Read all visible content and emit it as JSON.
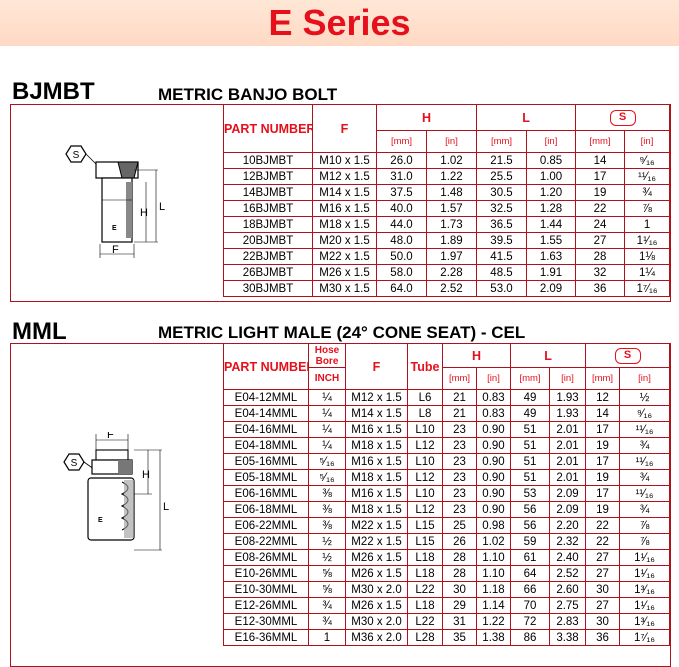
{
  "banner": {
    "title": "E Series"
  },
  "bjmbt": {
    "code": "BJMBT",
    "description": "METRIC BANJO BOLT",
    "drawing": {
      "hex_label": "S",
      "h_label": "H",
      "l_label": "L",
      "f_label": "F",
      "stamp": "E"
    },
    "headers": {
      "part_number": "PART NUMBER",
      "thread": "F",
      "h": "H",
      "l": "L",
      "hex": "S",
      "mm": "[mm]",
      "in": "[in]"
    },
    "rows": [
      [
        "10BJMBT",
        "M10 x 1.5",
        "26.0",
        "1.02",
        "21.5",
        "0.85",
        "14",
        "⁹⁄₁₆"
      ],
      [
        "12BJMBT",
        "M12 x 1.5",
        "31.0",
        "1.22",
        "25.5",
        "1.00",
        "17",
        "¹¹⁄₁₆"
      ],
      [
        "14BJMBT",
        "M14 x 1.5",
        "37.5",
        "1.48",
        "30.5",
        "1.20",
        "19",
        "¾"
      ],
      [
        "16BJMBT",
        "M16 x 1.5",
        "40.0",
        "1.57",
        "32.5",
        "1.28",
        "22",
        "⅞"
      ],
      [
        "18BJMBT",
        "M18 x 1.5",
        "44.0",
        "1.73",
        "36.5",
        "1.44",
        "24",
        "1"
      ],
      [
        "20BJMBT",
        "M20 x 1.5",
        "48.0",
        "1.89",
        "39.5",
        "1.55",
        "27",
        "1¹⁄₁₆"
      ],
      [
        "22BJMBT",
        "M22 x 1.5",
        "50.0",
        "1.97",
        "41.5",
        "1.63",
        "28",
        "1⅛"
      ],
      [
        "26BJMBT",
        "M26 x 1.5",
        "58.0",
        "2.28",
        "48.5",
        "1.91",
        "32",
        "1¼"
      ],
      [
        "30BJMBT",
        "M30 x 1.5",
        "64.0",
        "2.52",
        "53.0",
        "2.09",
        "36",
        "1⁷⁄₁₆"
      ]
    ]
  },
  "mml": {
    "code": "MML",
    "description": "METRIC LIGHT MALE (24° CONE SEAT) - CEL",
    "drawing": {
      "hex_label": "S",
      "h_label": "H",
      "l_label": "L",
      "f_label": "F",
      "stamp": "E"
    },
    "headers": {
      "part_number": "PART NUMBER",
      "hose_bore": "Hose Bore",
      "inch": "INCH",
      "thread": "F",
      "tube": "Tube",
      "h": "H",
      "l": "L",
      "hex": "S",
      "mm": "[mm]",
      "in": "[in]"
    },
    "rows": [
      [
        "E04-12MML",
        "¼",
        "M12 x 1.5",
        "L6",
        "21",
        "0.83",
        "49",
        "1.93",
        "12",
        "½"
      ],
      [
        "E04-14MML",
        "¼",
        "M14 x 1.5",
        "L8",
        "21",
        "0.83",
        "49",
        "1.93",
        "14",
        "⁹⁄₁₆"
      ],
      [
        "E04-16MML",
        "¼",
        "M16 x 1.5",
        "L10",
        "23",
        "0.90",
        "51",
        "2.01",
        "17",
        "¹¹⁄₁₆"
      ],
      [
        "E04-18MML",
        "¼",
        "M18 x 1.5",
        "L12",
        "23",
        "0.90",
        "51",
        "2.01",
        "19",
        "¾"
      ],
      [
        "E05-16MML",
        "⁵⁄₁₆",
        "M16 x 1.5",
        "L10",
        "23",
        "0.90",
        "51",
        "2.01",
        "17",
        "¹¹⁄₁₆"
      ],
      [
        "E05-18MML",
        "⁵⁄₁₆",
        "M18 x 1.5",
        "L12",
        "23",
        "0.90",
        "51",
        "2.01",
        "19",
        "¾"
      ],
      [
        "E06-16MML",
        "⅜",
        "M16 x 1.5",
        "L10",
        "23",
        "0.90",
        "53",
        "2.09",
        "17",
        "¹¹⁄₁₆"
      ],
      [
        "E06-18MML",
        "⅜",
        "M18 x 1.5",
        "L12",
        "23",
        "0.90",
        "56",
        "2.09",
        "19",
        "¾"
      ],
      [
        "E06-22MML",
        "⅜",
        "M22 x 1.5",
        "L15",
        "25",
        "0.98",
        "56",
        "2.20",
        "22",
        "⅞"
      ],
      [
        "E08-22MML",
        "½",
        "M22 x 1.5",
        "L15",
        "26",
        "1.02",
        "59",
        "2.32",
        "22",
        "⅞"
      ],
      [
        "E08-26MML",
        "½",
        "M26 x 1.5",
        "L18",
        "28",
        "1.10",
        "61",
        "2.40",
        "27",
        "1¹⁄₁₆"
      ],
      [
        "E10-26MML",
        "⅝",
        "M26 x 1.5",
        "L18",
        "28",
        "1.10",
        "64",
        "2.52",
        "27",
        "1¹⁄₁₆"
      ],
      [
        "E10-30MML",
        "⅝",
        "M30 x 2.0",
        "L22",
        "30",
        "1.18",
        "66",
        "2.60",
        "30",
        "1³⁄₁₆"
      ],
      [
        "E12-26MML",
        "¾",
        "M26 x 1.5",
        "L18",
        "29",
        "1.14",
        "70",
        "2.75",
        "27",
        "1¹⁄₁₆"
      ],
      [
        "E12-30MML",
        "¾",
        "M30 x 2.0",
        "L22",
        "31",
        "1.22",
        "72",
        "2.83",
        "30",
        "1³⁄₁₆"
      ],
      [
        "E16-36MML",
        "1",
        "M36 x 2.0",
        "L28",
        "35",
        "1.38",
        "86",
        "3.38",
        "36",
        "1⁷⁄₁₆"
      ]
    ]
  }
}
